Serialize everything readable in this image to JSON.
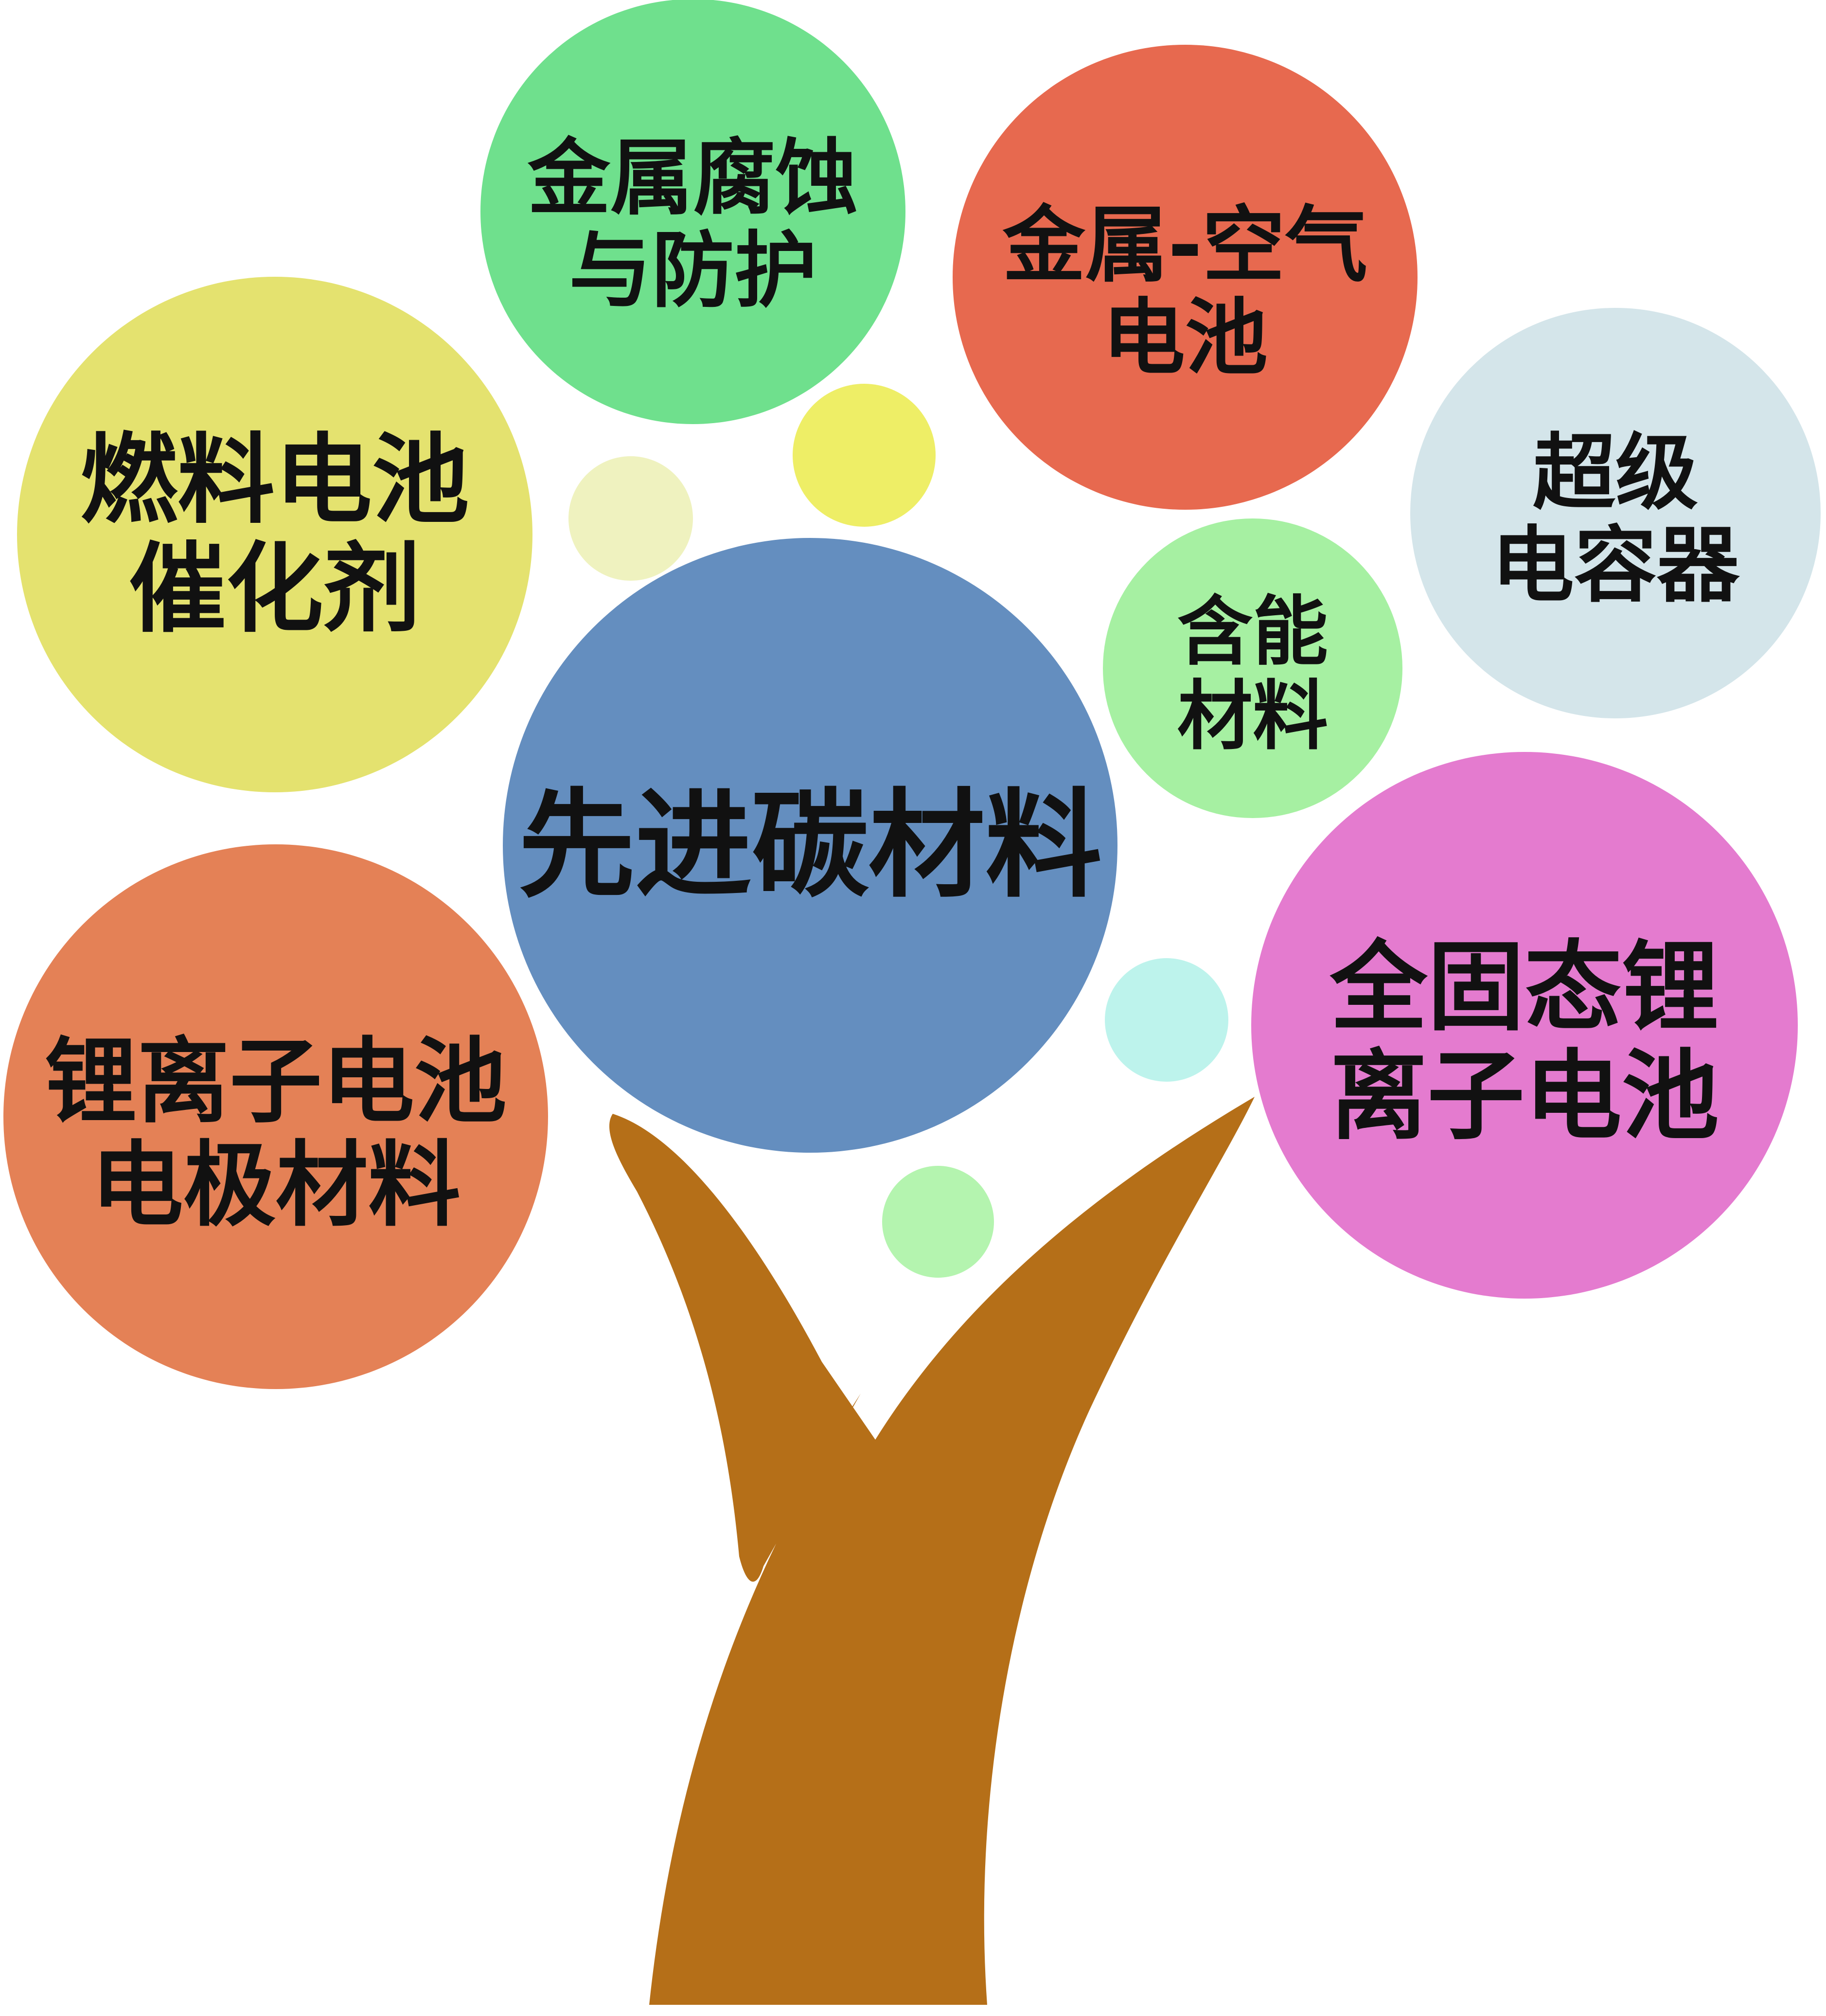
{
  "center": {
    "lines": [
      "先进碳材料"
    ],
    "color": "#648ebf"
  },
  "nodes": [
    {
      "id": "fuel-cell-catalyst",
      "lines": [
        "燃料电池",
        "催化剂"
      ],
      "color": "#e4e26f"
    },
    {
      "id": "metal-corrosion",
      "lines": [
        "金属腐蚀",
        "与防护"
      ],
      "color": "#6fe08d"
    },
    {
      "id": "metal-air-battery",
      "lines": [
        "金属-空气",
        "电池"
      ],
      "color": "#e7694f"
    },
    {
      "id": "supercapacitor",
      "lines": [
        "超级",
        "电容器"
      ],
      "color": "#d4e5ea"
    },
    {
      "id": "energetic-materials",
      "lines": [
        "含能",
        "材料"
      ],
      "color": "#a6f0a2"
    },
    {
      "id": "li-ion-electrode",
      "lines": [
        "锂离子电池",
        "电极材料"
      ],
      "color": "#e48156"
    },
    {
      "id": "solid-state-li-battery",
      "lines": [
        "全固态锂",
        "离子电池"
      ],
      "color": "#e47bcf"
    }
  ],
  "decorations": {
    "trunk_color": "#b56f18",
    "dot_colors": [
      "#eff2bf",
      "#eeee66",
      "#bdf3ec",
      "#b4f4af"
    ]
  }
}
